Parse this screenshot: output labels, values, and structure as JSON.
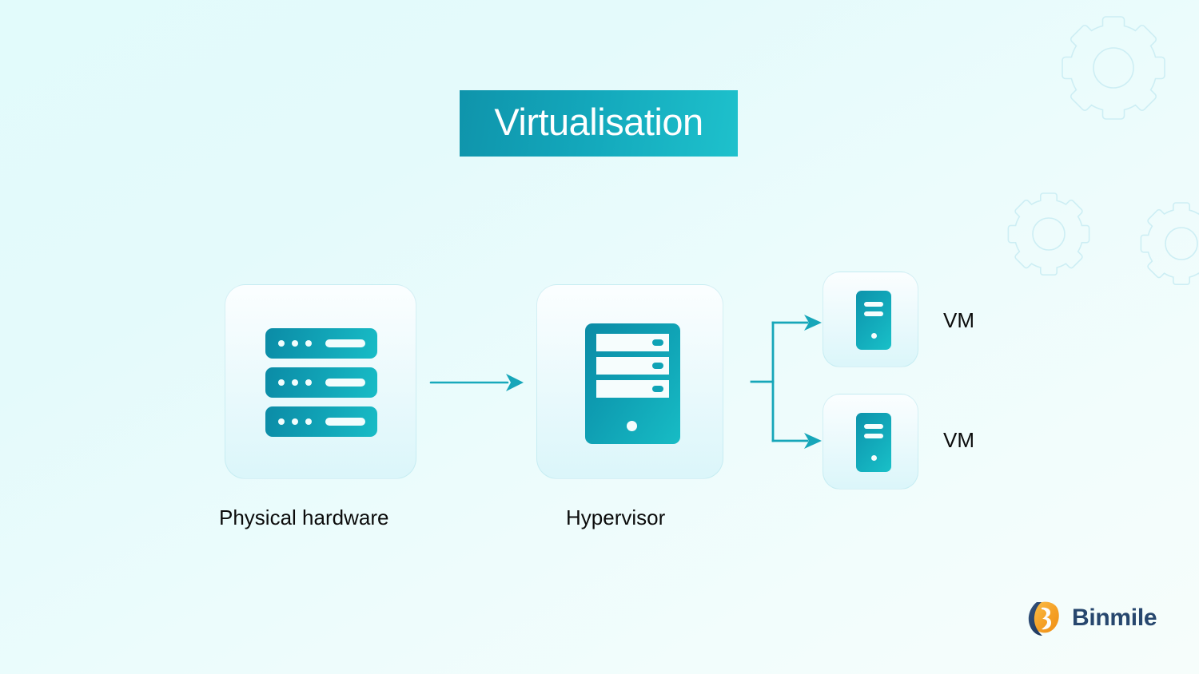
{
  "slide": {
    "title": "Virtualisation",
    "background_top_left": "#e2fbfb",
    "background_bottom_right": "#f6fdfb",
    "banner_gradient_from": "#0f94ab",
    "banner_gradient_to": "#1ec1cc",
    "accent_teal": "#12a7ba"
  },
  "diagram": {
    "nodes": [
      {
        "id": "physical-hardware",
        "label": "Physical hardware",
        "icon": "server-rack-icon",
        "rack_bar_count": 3,
        "dots_per_bar": 3
      },
      {
        "id": "hypervisor",
        "label": "Hypervisor",
        "icon": "server-tower-icon",
        "drive_bay_count": 3
      },
      {
        "id": "vm-1",
        "label": "VM",
        "icon": "vm-tower-icon",
        "line_count": 2
      },
      {
        "id": "vm-2",
        "label": "VM",
        "icon": "vm-tower-icon",
        "line_count": 2
      }
    ],
    "connectors": [
      {
        "id": "hardware-to-hypervisor",
        "type": "arrow",
        "from": "physical-hardware",
        "to": "hypervisor"
      },
      {
        "id": "hypervisor-to-vms",
        "type": "fork-arrow",
        "from": "hypervisor",
        "to": [
          "vm-1",
          "vm-2"
        ]
      }
    ]
  },
  "decor": {
    "gear_count": 3,
    "gear_stroke": "#cdeef4"
  },
  "brand": {
    "name": "Binmile",
    "logo_orange": "#f5a32a",
    "logo_navy": "#27476e",
    "wordmark_color": "#27476e"
  }
}
